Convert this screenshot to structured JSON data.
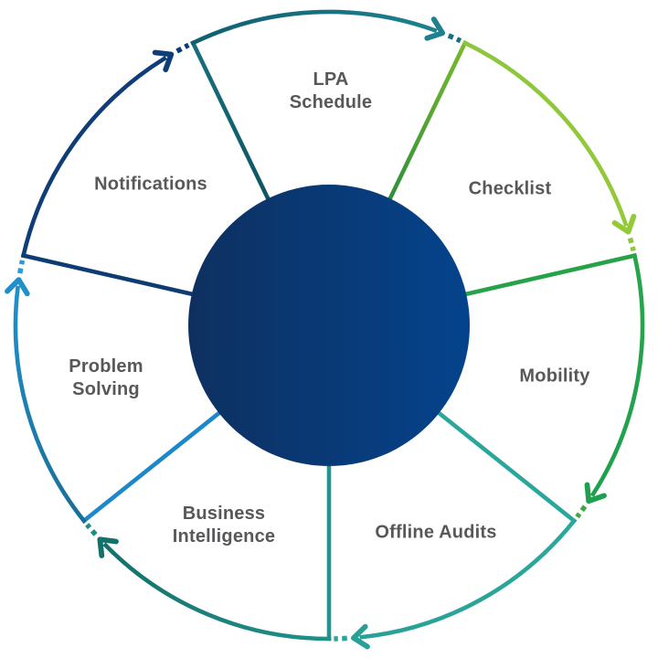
{
  "diagram": {
    "background": "#ffffff",
    "text_color": "#57585a",
    "center_circle": {
      "gradient_left": "#0e3060",
      "gradient_right": "#04438c"
    },
    "segments": [
      {
        "id": "lpa-schedule",
        "label": "LPA\nSchedule",
        "spoke_from": "#0f5463",
        "spoke_to": "#17707f",
        "arc_from": "#115e6e",
        "arc_to": "#1d8190",
        "dash": "#15707f"
      },
      {
        "id": "checklist",
        "label": "Checklist",
        "spoke_from": "#2e8f3b",
        "spoke_to": "#79ba2d",
        "arc_from": "#8dc63e",
        "arc_to": "#94c937",
        "dash": "#8cc63f"
      },
      {
        "id": "mobility",
        "label": "Mobility",
        "spoke_from": "#26a249",
        "spoke_to": "#26a249",
        "arc_from": "#28a54b",
        "arc_to": "#1ea04e",
        "dash": "#3ea843"
      },
      {
        "id": "offline-audits",
        "label": "Offline Audits",
        "spoke_from": "#2aa79c",
        "spoke_to": "#2aa79c",
        "arc_from": "#2ba89c",
        "arc_to": "#29a095",
        "dash": "#2aa399"
      },
      {
        "id": "business-intelligence",
        "label": "Business\nIntelligence",
        "spoke_from": "#23948e",
        "spoke_to": "#23948e",
        "arc_from": "#1f9189",
        "arc_to": "#14706b",
        "dash": "#1d8d85"
      },
      {
        "id": "problem-solving",
        "label": "Problem\nSolving",
        "spoke_from": "#1c87c9",
        "spoke_to": "#1c87c9",
        "arc_from": "#186f96",
        "arc_to": "#2090cb",
        "dash": "#2e99d1"
      },
      {
        "id": "notifications",
        "label": "Notifications",
        "spoke_from": "#0d3c74",
        "spoke_to": "#0d3c74",
        "arc_from": "#0e3d78",
        "arc_to": "#0e3d78",
        "dash": "#0d3c74"
      }
    ]
  }
}
